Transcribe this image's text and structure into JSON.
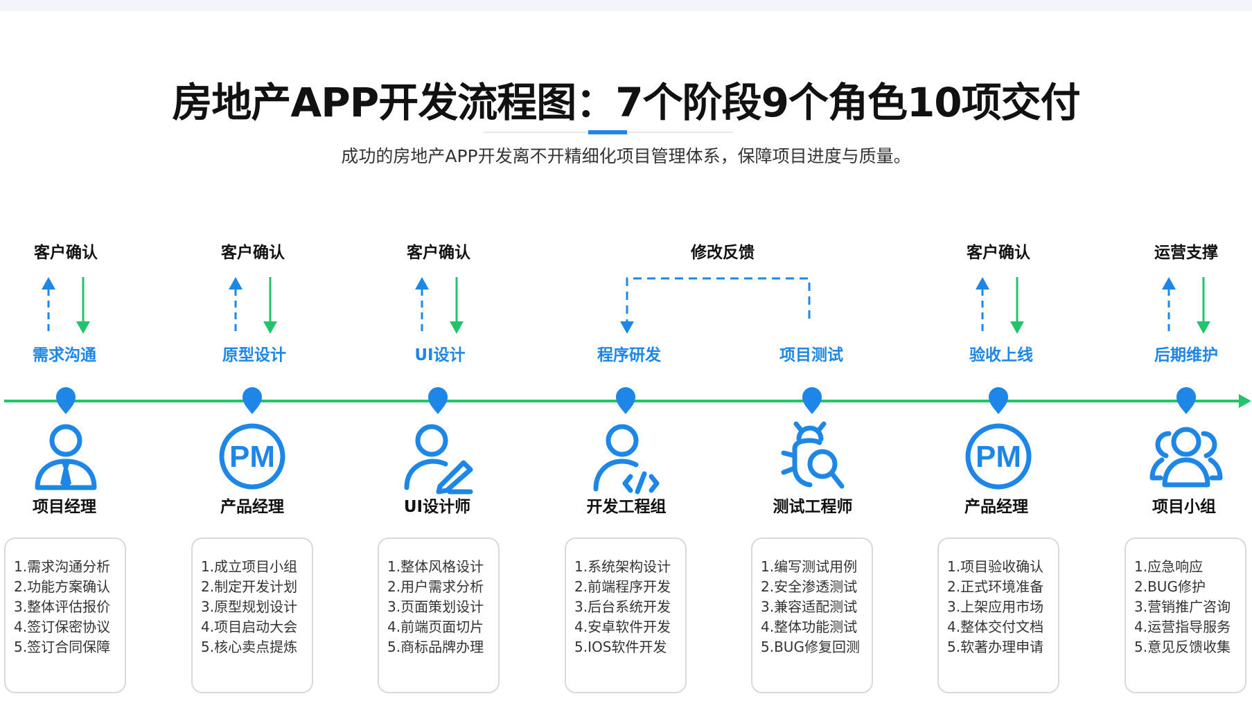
{
  "title": "房地产APP开发流程图：7个阶段9个角色10项交付",
  "subtitle": "成功的房地产APP开发离不开精细化项目管理体系，保障项目进度与质量。",
  "colors": {
    "accent_blue": "#1e86e6",
    "timeline_green": "#22c36b"
  },
  "top_labels": [
    "客户确认",
    "客户确认",
    "客户确认",
    "修改反馈",
    "客户确认",
    "运营支撑"
  ],
  "stages": [
    "需求沟通",
    "原型设计",
    "UI设计",
    "程序研发",
    "项目测试",
    "验收上线",
    "后期维护"
  ],
  "roles": [
    {
      "name": "项目经理",
      "icon": "manager-tie-icon"
    },
    {
      "name": "产品经理",
      "icon": "pm-badge-icon"
    },
    {
      "name": "UI设计师",
      "icon": "designer-pen-icon"
    },
    {
      "name": "开发工程组",
      "icon": "developer-code-icon"
    },
    {
      "name": "测试工程师",
      "icon": "bug-search-icon"
    },
    {
      "name": "产品经理",
      "icon": "pm-badge-icon"
    },
    {
      "name": "项目小组",
      "icon": "team-group-icon"
    }
  ],
  "cards": [
    [
      "1.需求沟通分析",
      "2.功能方案确认",
      "3.整体评估报价",
      "4.签订保密协议",
      "5.签订合同保障"
    ],
    [
      "1.成立项目小组",
      "2.制定开发计划",
      "3.原型规划设计",
      "4.项目启动大会",
      "5.核心卖点提炼"
    ],
    [
      "1.整体风格设计",
      "2.用户需求分析",
      "3.页面策划设计",
      "4.前端页面切片",
      "5.商标品牌办理"
    ],
    [
      "1.系统架构设计",
      "2.前端程序开发",
      "3.后台系统开发",
      "4.安卓软件开发",
      "5.IOS软件开发"
    ],
    [
      "1.编写测试用例",
      "2.安全渗透测试",
      "3.兼容适配测试",
      "4.整体功能测试",
      "5.BUG修复回测"
    ],
    [
      "1.项目验收确认",
      "2.正式环境准备",
      "3.上架应用市场",
      "4.整体交付文档",
      "5.软著办理申请"
    ],
    [
      "1.应急响应",
      "2.BUG修护",
      "3.营销推广咨询",
      "4.运营指导服务",
      "5.意见反馈收集"
    ]
  ]
}
